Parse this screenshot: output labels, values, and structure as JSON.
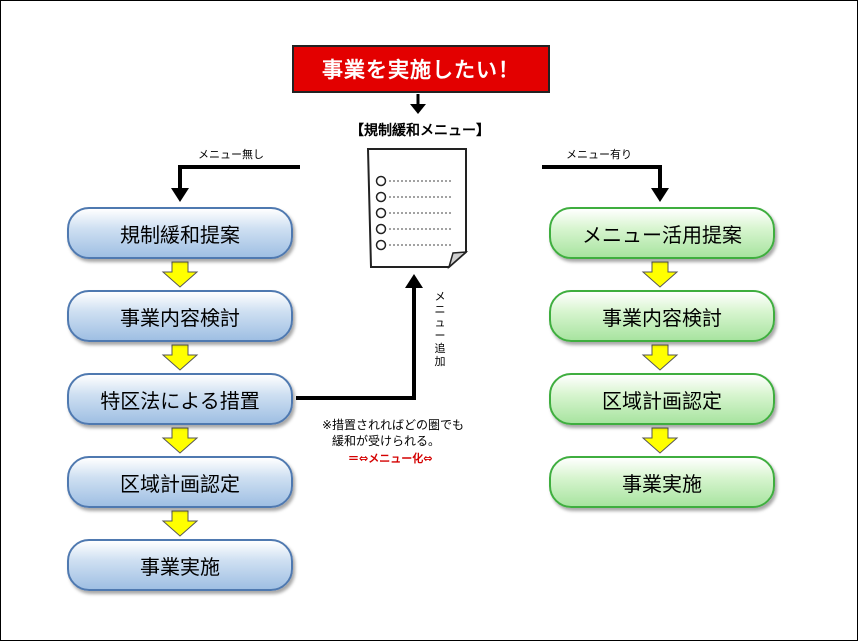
{
  "title": "事業を実施したい！",
  "menu_title": "【規制緩和メニュー】",
  "left_branch_label": "メニュー無し",
  "right_branch_label": "メニュー有り",
  "vertical_label": "メニュー追加",
  "left_flow": [
    "規制緩和提案",
    "事業内容検討",
    "特区法による措置",
    "区域計画認定",
    "事業実施"
  ],
  "right_flow": [
    "メニュー活用提案",
    "事業内容検討",
    "区域計画認定",
    "事業実施"
  ],
  "note_line1": "※措置されればどの圏でも",
  "note_line2": "緩和が受けられる。",
  "note_result": "＝⇔メニュー化⇔",
  "colors": {
    "title_bg": "#e30000",
    "left_box": "#9fbfe3",
    "right_box": "#a8e4a0",
    "down_arrow": "#ffff00"
  }
}
